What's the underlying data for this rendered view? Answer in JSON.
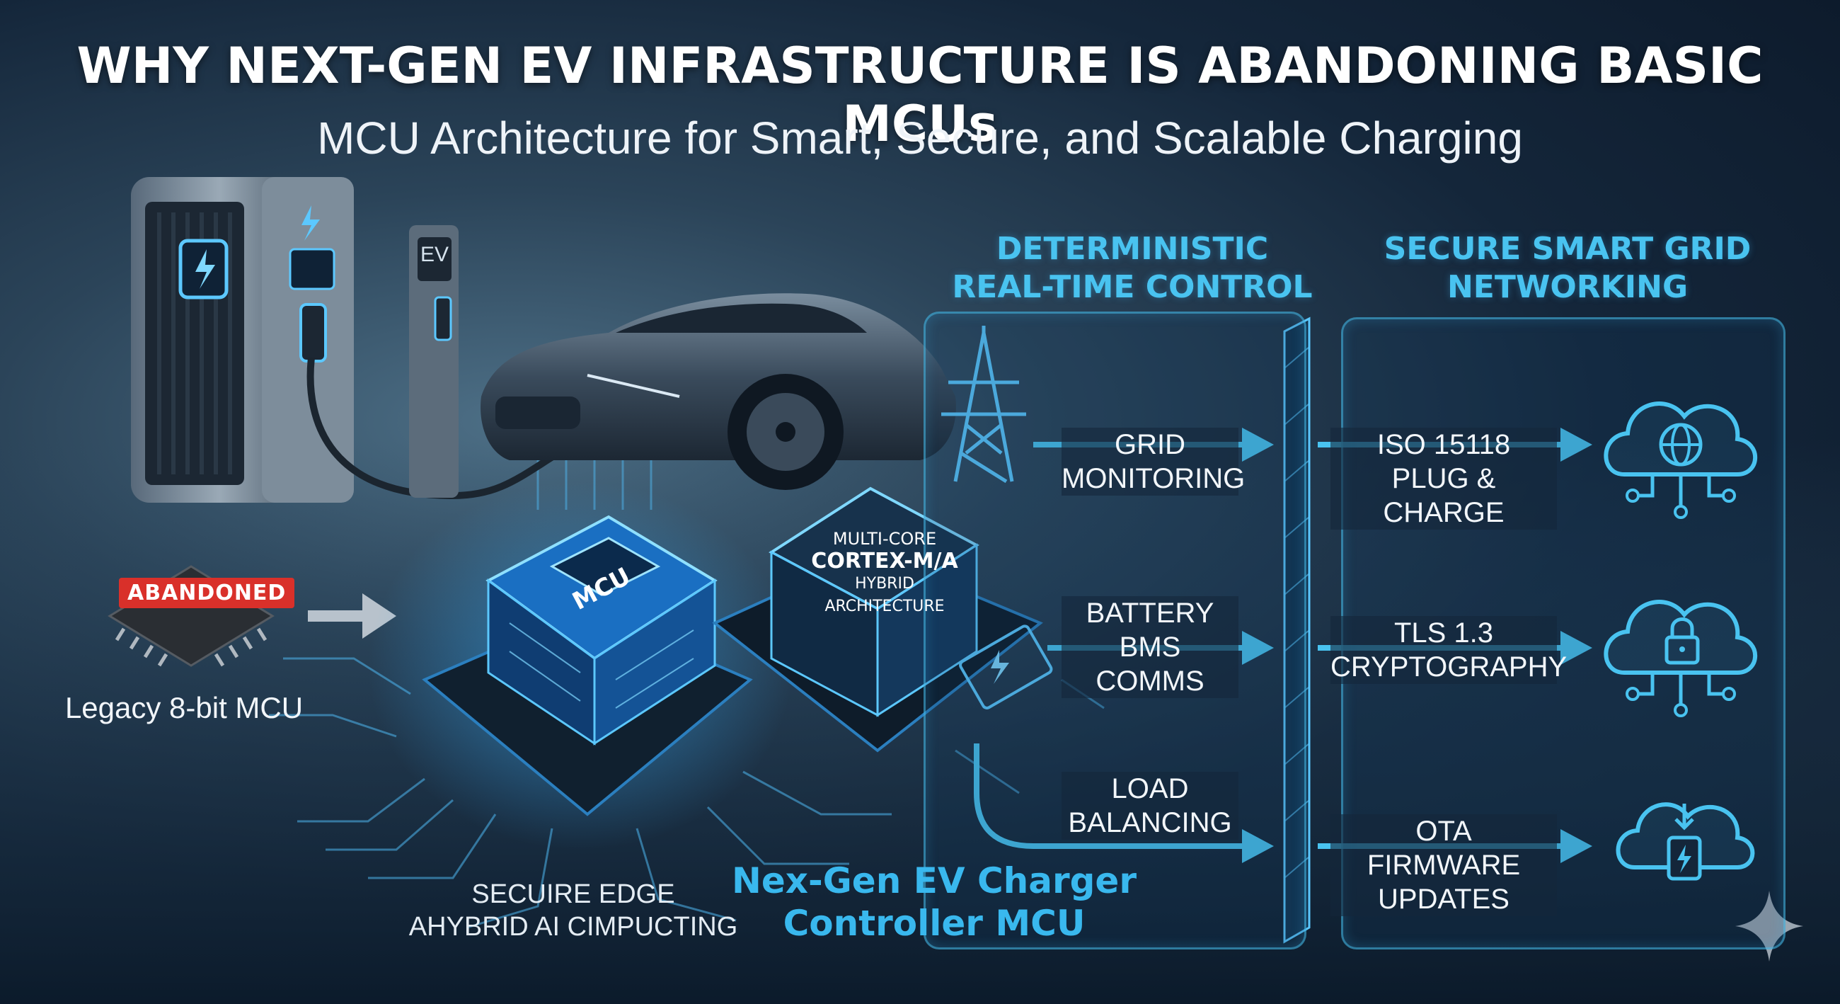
{
  "header": {
    "title": "WHY NEXT-GEN EV INFRASTRUCTURE IS ABANDONING BASIC MCUs",
    "subtitle": "MCU Architecture for Smart, Secure, and Scalable Charging"
  },
  "charger": {
    "tower_label": "EV"
  },
  "legacy": {
    "badge": "ABANDONED",
    "label": "Legacy 8-bit MCU"
  },
  "edge_chip": {
    "chip_label": "MCU",
    "caption_line1": "SECUIRE EDGE",
    "caption_line2": "AHYBRID AI CIMPUCTING"
  },
  "controller": {
    "chip_line1": "MULTI-CORE",
    "chip_line2": "CORTEX-M/A",
    "chip_line3": "HYBRID",
    "chip_line4": "ARCHITECTURE",
    "title_line1": "Nex-Gen EV Charger",
    "title_line2": "Controller MCU"
  },
  "realtime": {
    "heading_line1": "DETERMINISTIC",
    "heading_line2": "REAL-TIME CONTROL",
    "items": [
      {
        "line1": "GRID",
        "line2": "MONITORING",
        "line3": ""
      },
      {
        "line1": "BATTERY",
        "line2": "BMS",
        "line3": "COMMS"
      },
      {
        "line1": "LOAD",
        "line2": "BALANCING",
        "line3": ""
      }
    ]
  },
  "network": {
    "heading_line1": "SECURE SMART GRID",
    "heading_line2": "NETWORKING",
    "items": [
      {
        "line1": "ISO 15118",
        "line2": "PLUG & CHARGE",
        "line3": "",
        "icon": "cloud-globe-icon"
      },
      {
        "line1": "TLS 1.3",
        "line2": "CRYPTOGRAPHY",
        "line3": "",
        "icon": "cloud-lock-icon"
      },
      {
        "line1": "OTA",
        "line2": "FIRMWARE",
        "line3": "UPDATES",
        "icon": "cloud-firmware-icon"
      }
    ]
  },
  "colors": {
    "accent": "#49c3f0",
    "glow": "#2fa8ff",
    "badge": "#d9302a",
    "background": "#14263a"
  }
}
